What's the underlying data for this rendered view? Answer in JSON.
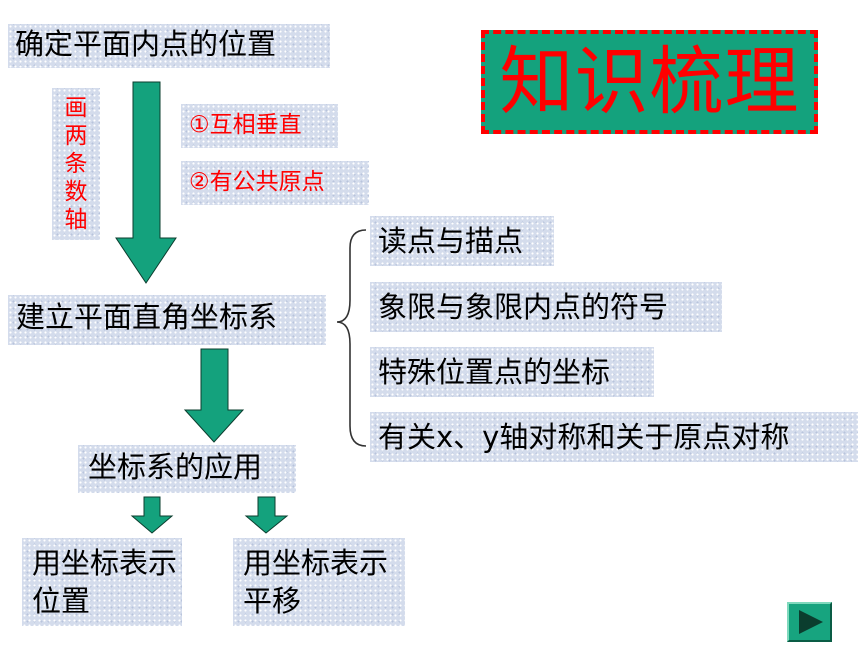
{
  "title": "知识梳理",
  "top_box": "确定平面内点的位置",
  "vertical_label": [
    "画",
    "两",
    "条",
    "数",
    "轴"
  ],
  "conditions": [
    "①互相垂直",
    "②有公共原点"
  ],
  "system_box": "建立平面直角坐标系",
  "branch_items": [
    "读点与描点",
    "象限与象限内点的符号",
    "特殊位置点的坐标",
    "有关x、y轴对称和关于原点对称"
  ],
  "application_box": "坐标系的应用",
  "leaf_boxes": [
    "用坐标表示位置",
    "用坐标表示平移"
  ],
  "colors": {
    "accent_green": "#14a27d",
    "title_red": "#ff0000",
    "box_blue": "#d4dcec"
  },
  "icons": {
    "next": "play-triangle-icon"
  }
}
